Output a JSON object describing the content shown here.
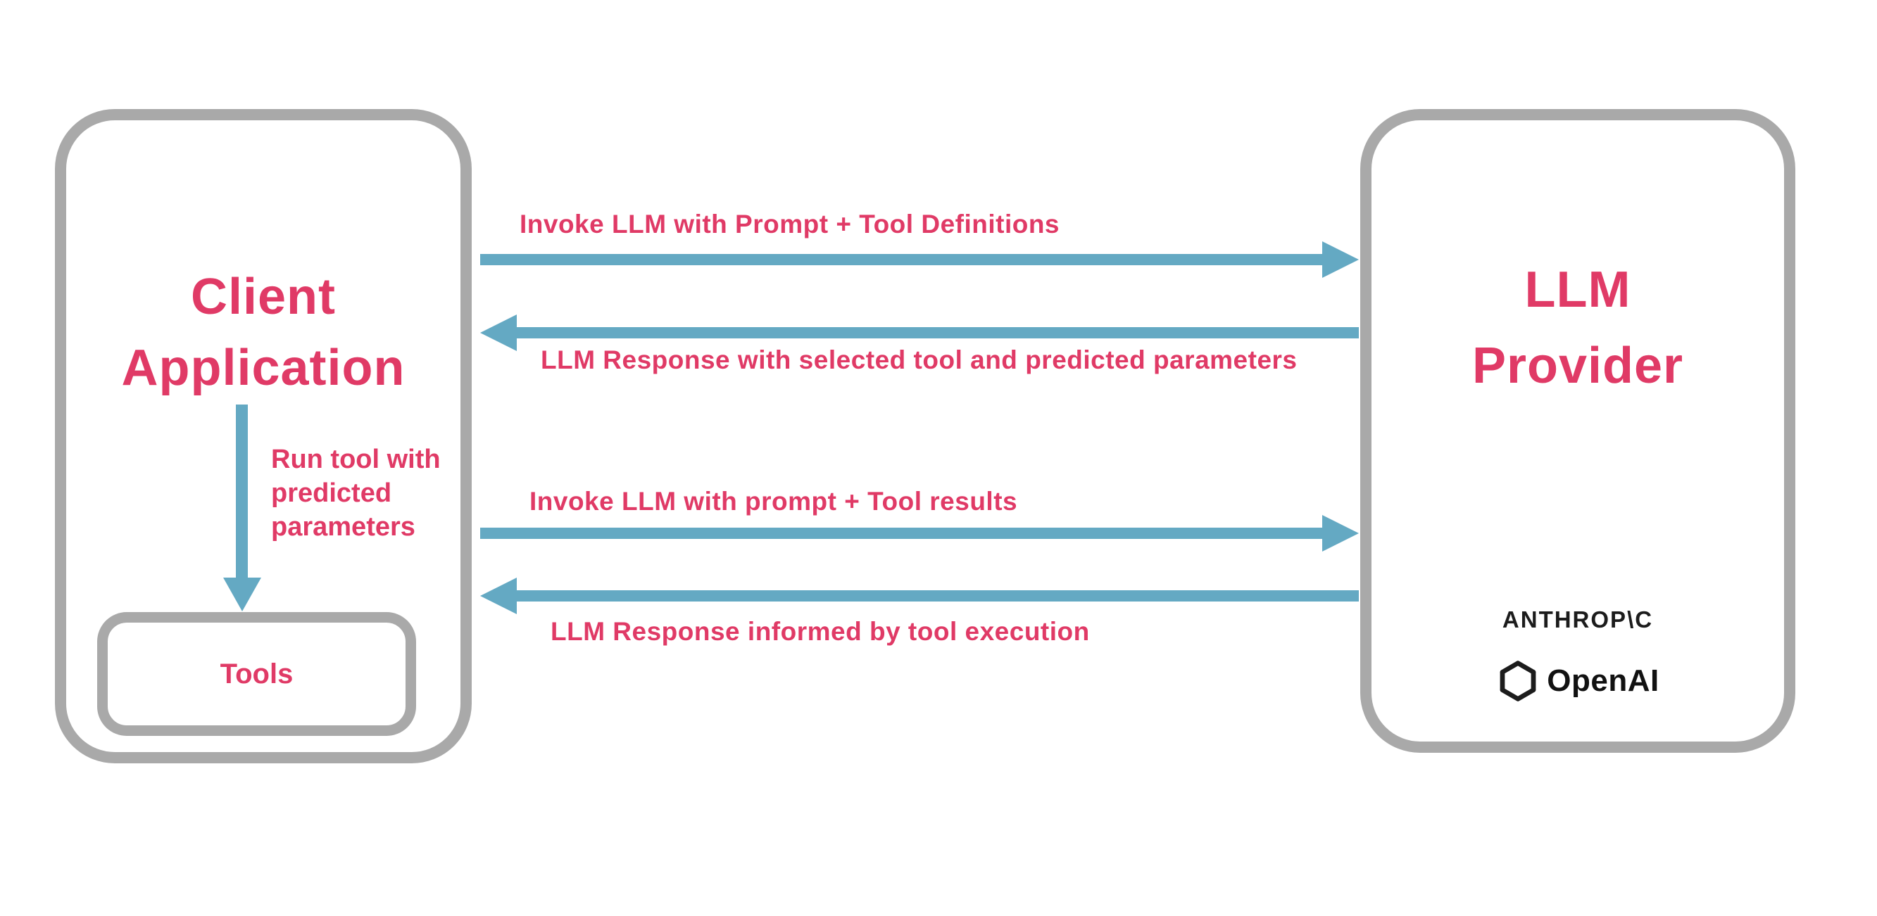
{
  "diagram": {
    "client_box": {
      "title": "Client\nApplication"
    },
    "tools_box": {
      "label": "Tools"
    },
    "llm_box": {
      "title": "LLM\nProvider",
      "providers": {
        "anthropic": "ANTHROP\\C",
        "openai": "OpenAI"
      }
    },
    "internal_flow": {
      "label": "Run tool with\npredicted\nparameters"
    },
    "messages": [
      {
        "label": "Invoke LLM with Prompt + Tool Definitions",
        "direction": "right"
      },
      {
        "label": "LLM Response with selected tool and predicted parameters",
        "direction": "left"
      },
      {
        "label": "Invoke LLM with prompt + Tool results",
        "direction": "right"
      },
      {
        "label": "LLM Response informed by tool execution",
        "direction": "left"
      }
    ],
    "colors": {
      "accent_pink": "#E03A66",
      "arrow_blue": "#64A9C3",
      "border_gray": "#A9A9A9",
      "logo_black": "#1C1C1C",
      "background": "#FFFFFF"
    },
    "icons": [
      "right-arrow-icon",
      "left-arrow-icon",
      "down-arrow-icon",
      "openai-logo-icon"
    ]
  }
}
